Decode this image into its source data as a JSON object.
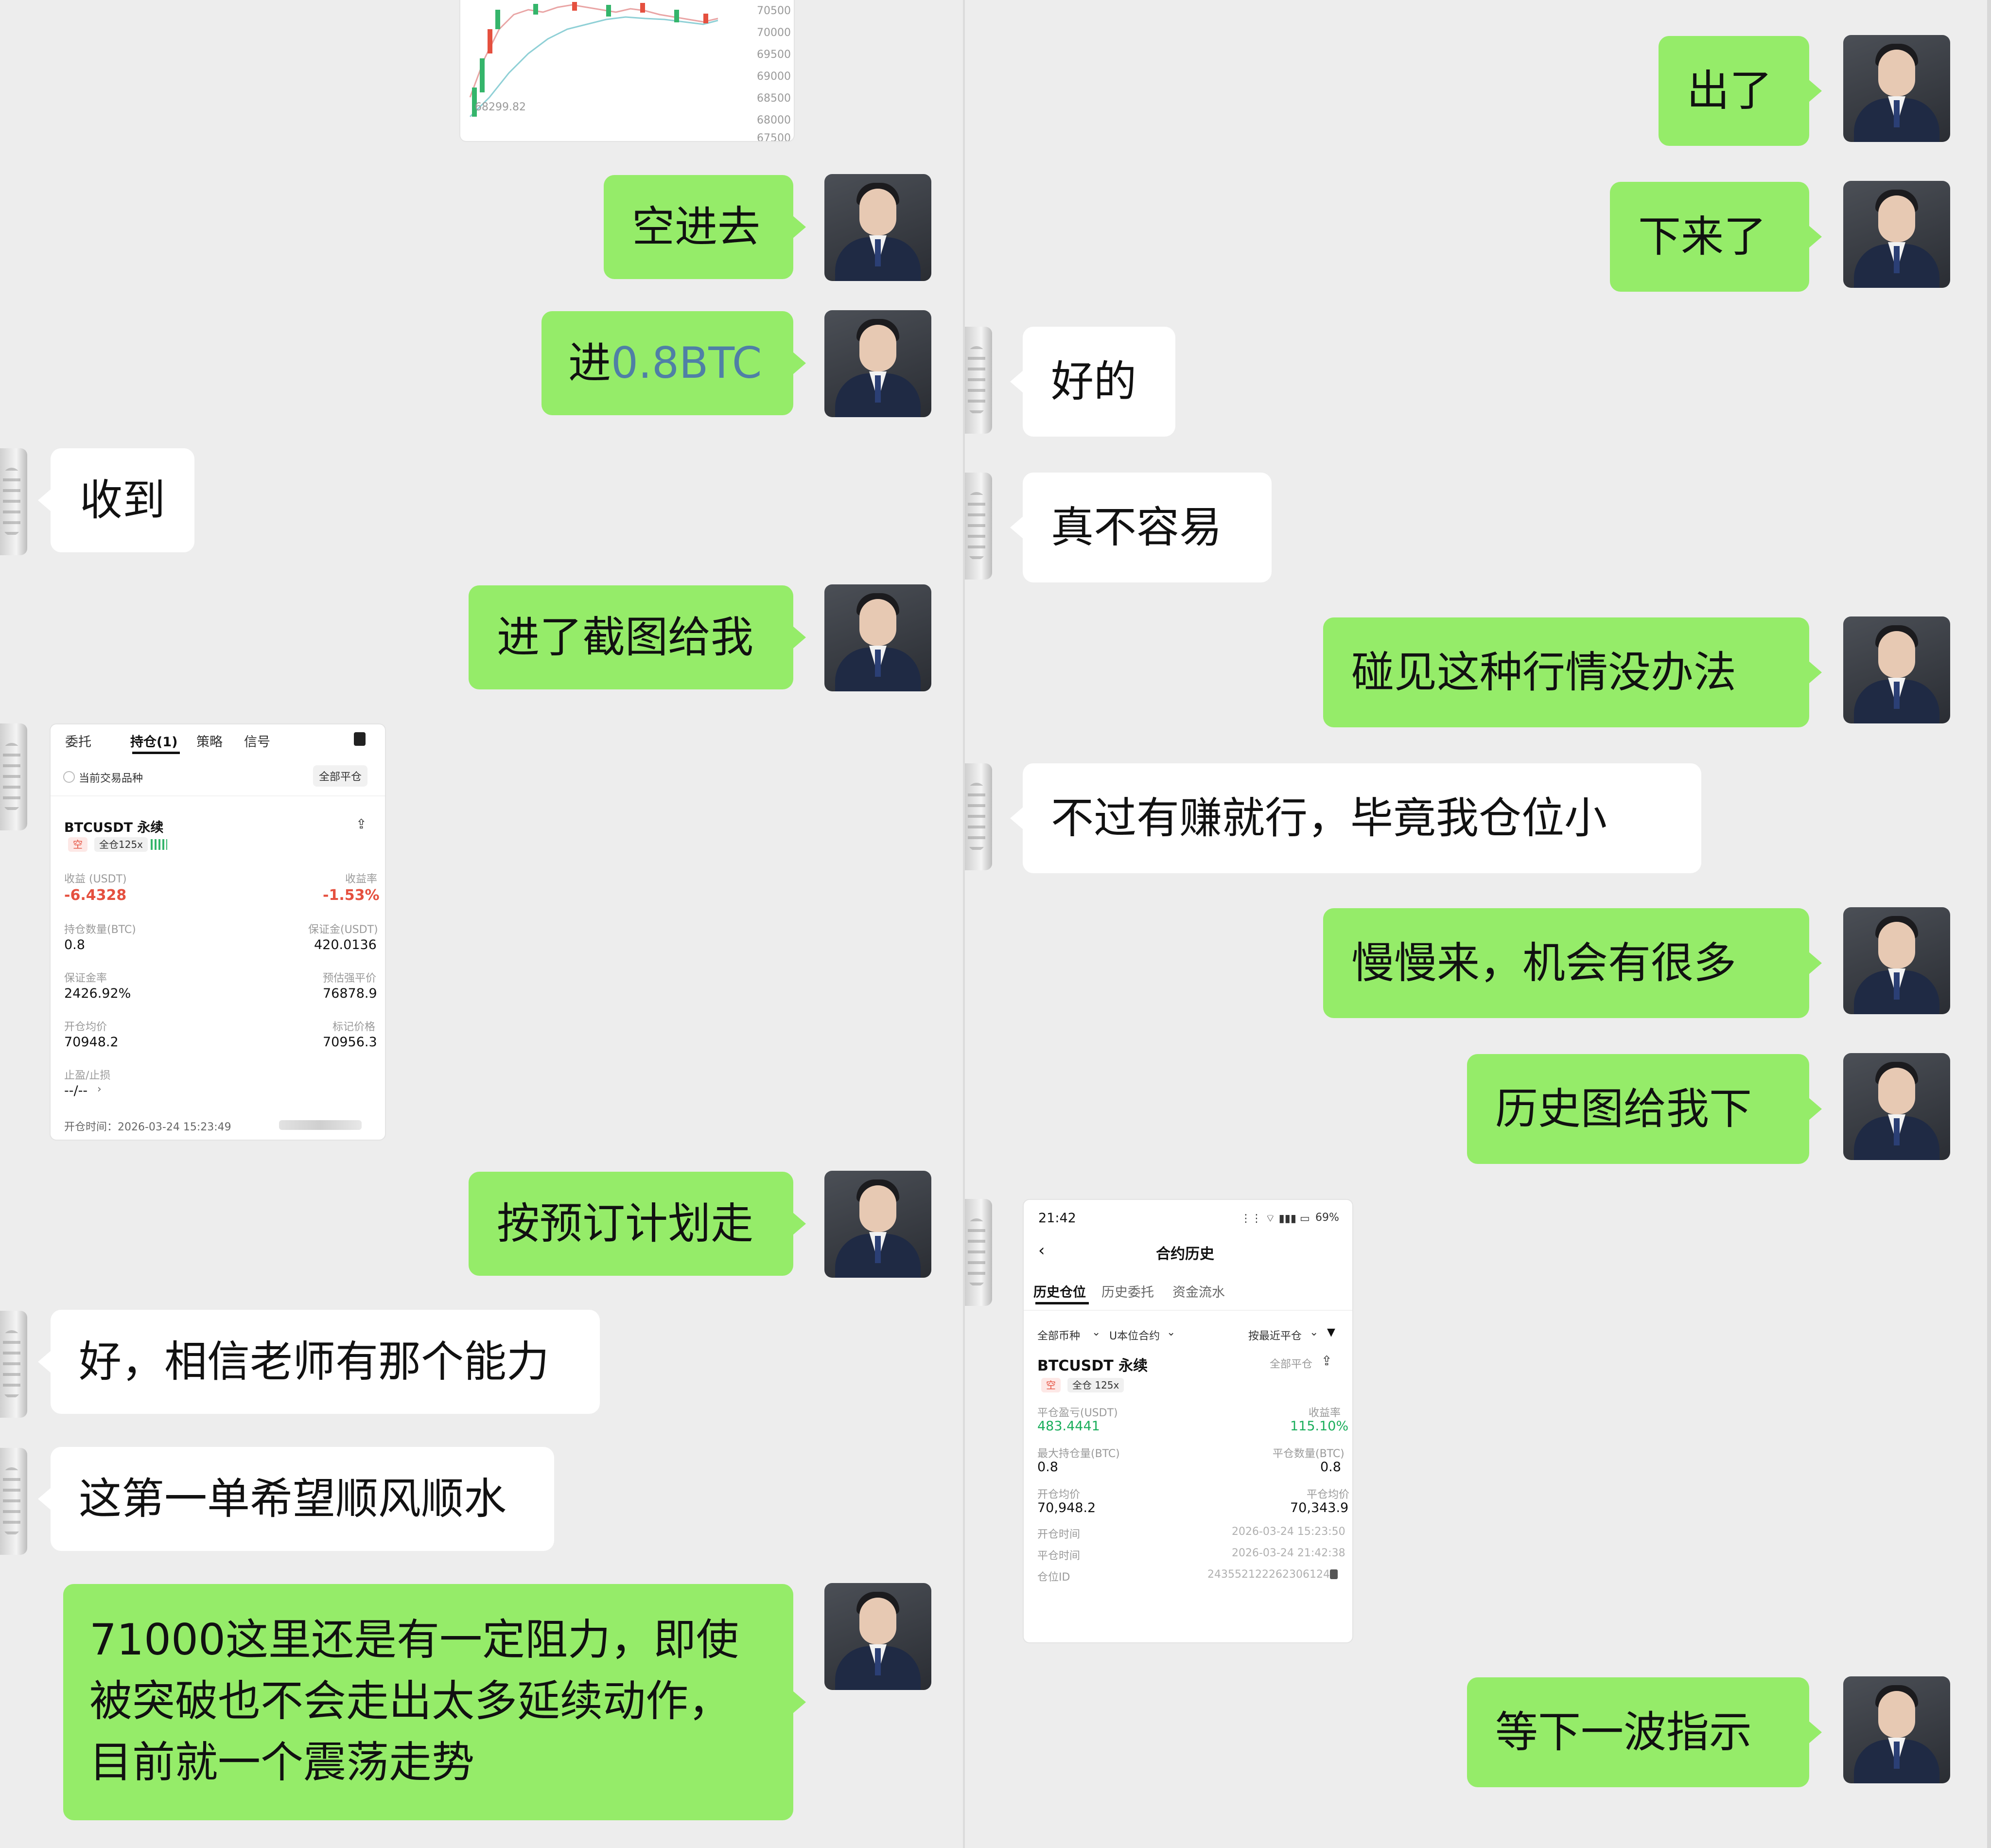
{
  "left_thread": {
    "chart_ticks": [
      "70500",
      "70000",
      "69500",
      "69000",
      "68500",
      "68000",
      "67500"
    ],
    "chart_low_label": "68299.82",
    "msg_short_in": "空进去",
    "msg_entry_prefix": "进",
    "msg_entry_amount": "0.8BTC",
    "msg_received": "收到",
    "msg_send_screenshot": "进了截图给我",
    "position_card": {
      "tabs": [
        "委托",
        "持仓(1)",
        "策略",
        "信号"
      ],
      "filter_label": "当前交易品种",
      "close_all": "全部平仓",
      "symbol": "BTCUSDT 永续",
      "tag_side": "空",
      "tag_margin": "全仓125x",
      "pnl_label": "收益 (USDT)",
      "pnl_value": "-6.4328",
      "roi_label": "收益率",
      "roi_value": "-1.53%",
      "qty_label": "持仓数量(BTC)",
      "qty_value": "0.8",
      "margin_label": "保证金(USDT)",
      "margin_value": "420.0136",
      "margin_ratio_label": "保证金率",
      "margin_ratio_value": "2426.92%",
      "liq_label": "预估强平价",
      "liq_value": "76878.9",
      "entry_label": "开仓均价",
      "entry_value": "70948.2",
      "mark_label": "标记价格",
      "mark_value": "70956.3",
      "tpsl_label": "止盈/止损",
      "tpsl_value": "--/--",
      "open_time": "开仓时间：2026-03-24 15:23:49"
    },
    "msg_follow_plan": "按预订计划走",
    "msg_trust": "好，相信老师有那个能力",
    "msg_hope": "这第一单希望顺风顺水",
    "msg_analysis": "71000这里还是有一定阻力，即使被突破也不会走出太多延续动作，目前就一个震荡走势"
  },
  "right_thread": {
    "msg_out": "出了",
    "msg_down": "下来了",
    "msg_ok": "好的",
    "msg_hard": "真不容易",
    "msg_market": "碰见这种行情没办法",
    "msg_profit": "不过有赚就行，毕竟我仓位小",
    "msg_slow": "慢慢来，机会有很多",
    "msg_history": "历史图给我下",
    "history_card": {
      "status_time": "21:42",
      "battery": "69%",
      "title": "合约历史",
      "tabs": [
        "历史仓位",
        "历史委托",
        "资金流水"
      ],
      "filter_coin": "全部币种",
      "filter_type": "U本位合约",
      "sort": "按最近平仓",
      "symbol": "BTCUSDT 永续",
      "close_all_tag": "全部平仓",
      "tag_side": "空",
      "tag_margin": "全仓 125x",
      "pnl_label": "平仓盈亏(USDT)",
      "pnl_value": "483.4441",
      "roi_label": "收益率",
      "roi_value": "115.10%",
      "max_qty_label": "最大持仓量(BTC)",
      "max_qty_value": "0.8",
      "close_qty_label": "平仓数量(BTC)",
      "close_qty_value": "0.8",
      "open_price_label": "开仓均价",
      "open_price_value": "70,948.2",
      "close_price_label": "平仓均价",
      "close_price_value": "70,343.9",
      "open_time_label": "开仓时间",
      "open_time_value": "2026-03-24 15:23:50",
      "close_time_label": "平仓时间",
      "close_time_value": "2026-03-24 21:42:38",
      "position_id_label": "仓位ID",
      "position_id_value": "2435521222623061248"
    },
    "msg_wait": "等下一波指示"
  },
  "colors": {
    "bubble_out": "#95ec69",
    "bubble_in": "#ffffff",
    "loss": "#e5503f",
    "profit": "#1aae5b",
    "background": "#ededed"
  }
}
